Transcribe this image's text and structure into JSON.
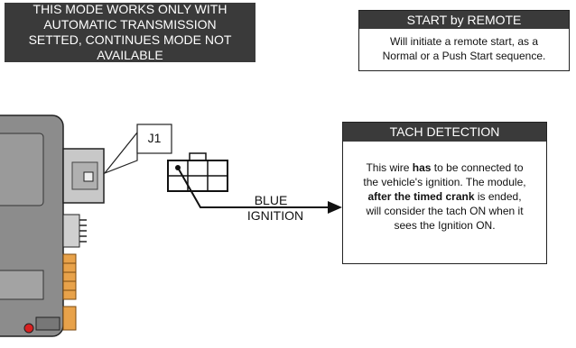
{
  "notice": {
    "lines": [
      "THIS MODE WORKS ONLY WITH",
      "AUTOMATIC TRANSMISSION",
      "SETTED, CONTINUES MODE NOT",
      "AVAILABLE"
    ]
  },
  "start_remote": {
    "title": "START by REMOTE",
    "lines": [
      "Will initiate a remote start, as a",
      "Normal or a Push Start sequence."
    ]
  },
  "connector": {
    "label": "J1"
  },
  "wire": {
    "color_label": "BLUE",
    "function_label": "IGNITION"
  },
  "tach_detection": {
    "title": "TACH DETECTION",
    "line1_pre": "This wire ",
    "line1_bold": "has",
    "line1_post": " to be connected to",
    "line2": "the vehicle's ignition. The module,",
    "line3_bold": "after the timed crank",
    "line3_post": " is ended,",
    "line4": "will consider the tach ON when it",
    "line5": "sees the Ignition ON."
  },
  "colors": {
    "panel_dark": "#3a3a3a",
    "module_body": "#8c8c8c",
    "connector_gray": "#c8c8c8",
    "header_orange": "#e8a24a",
    "led_red": "#d82020"
  }
}
